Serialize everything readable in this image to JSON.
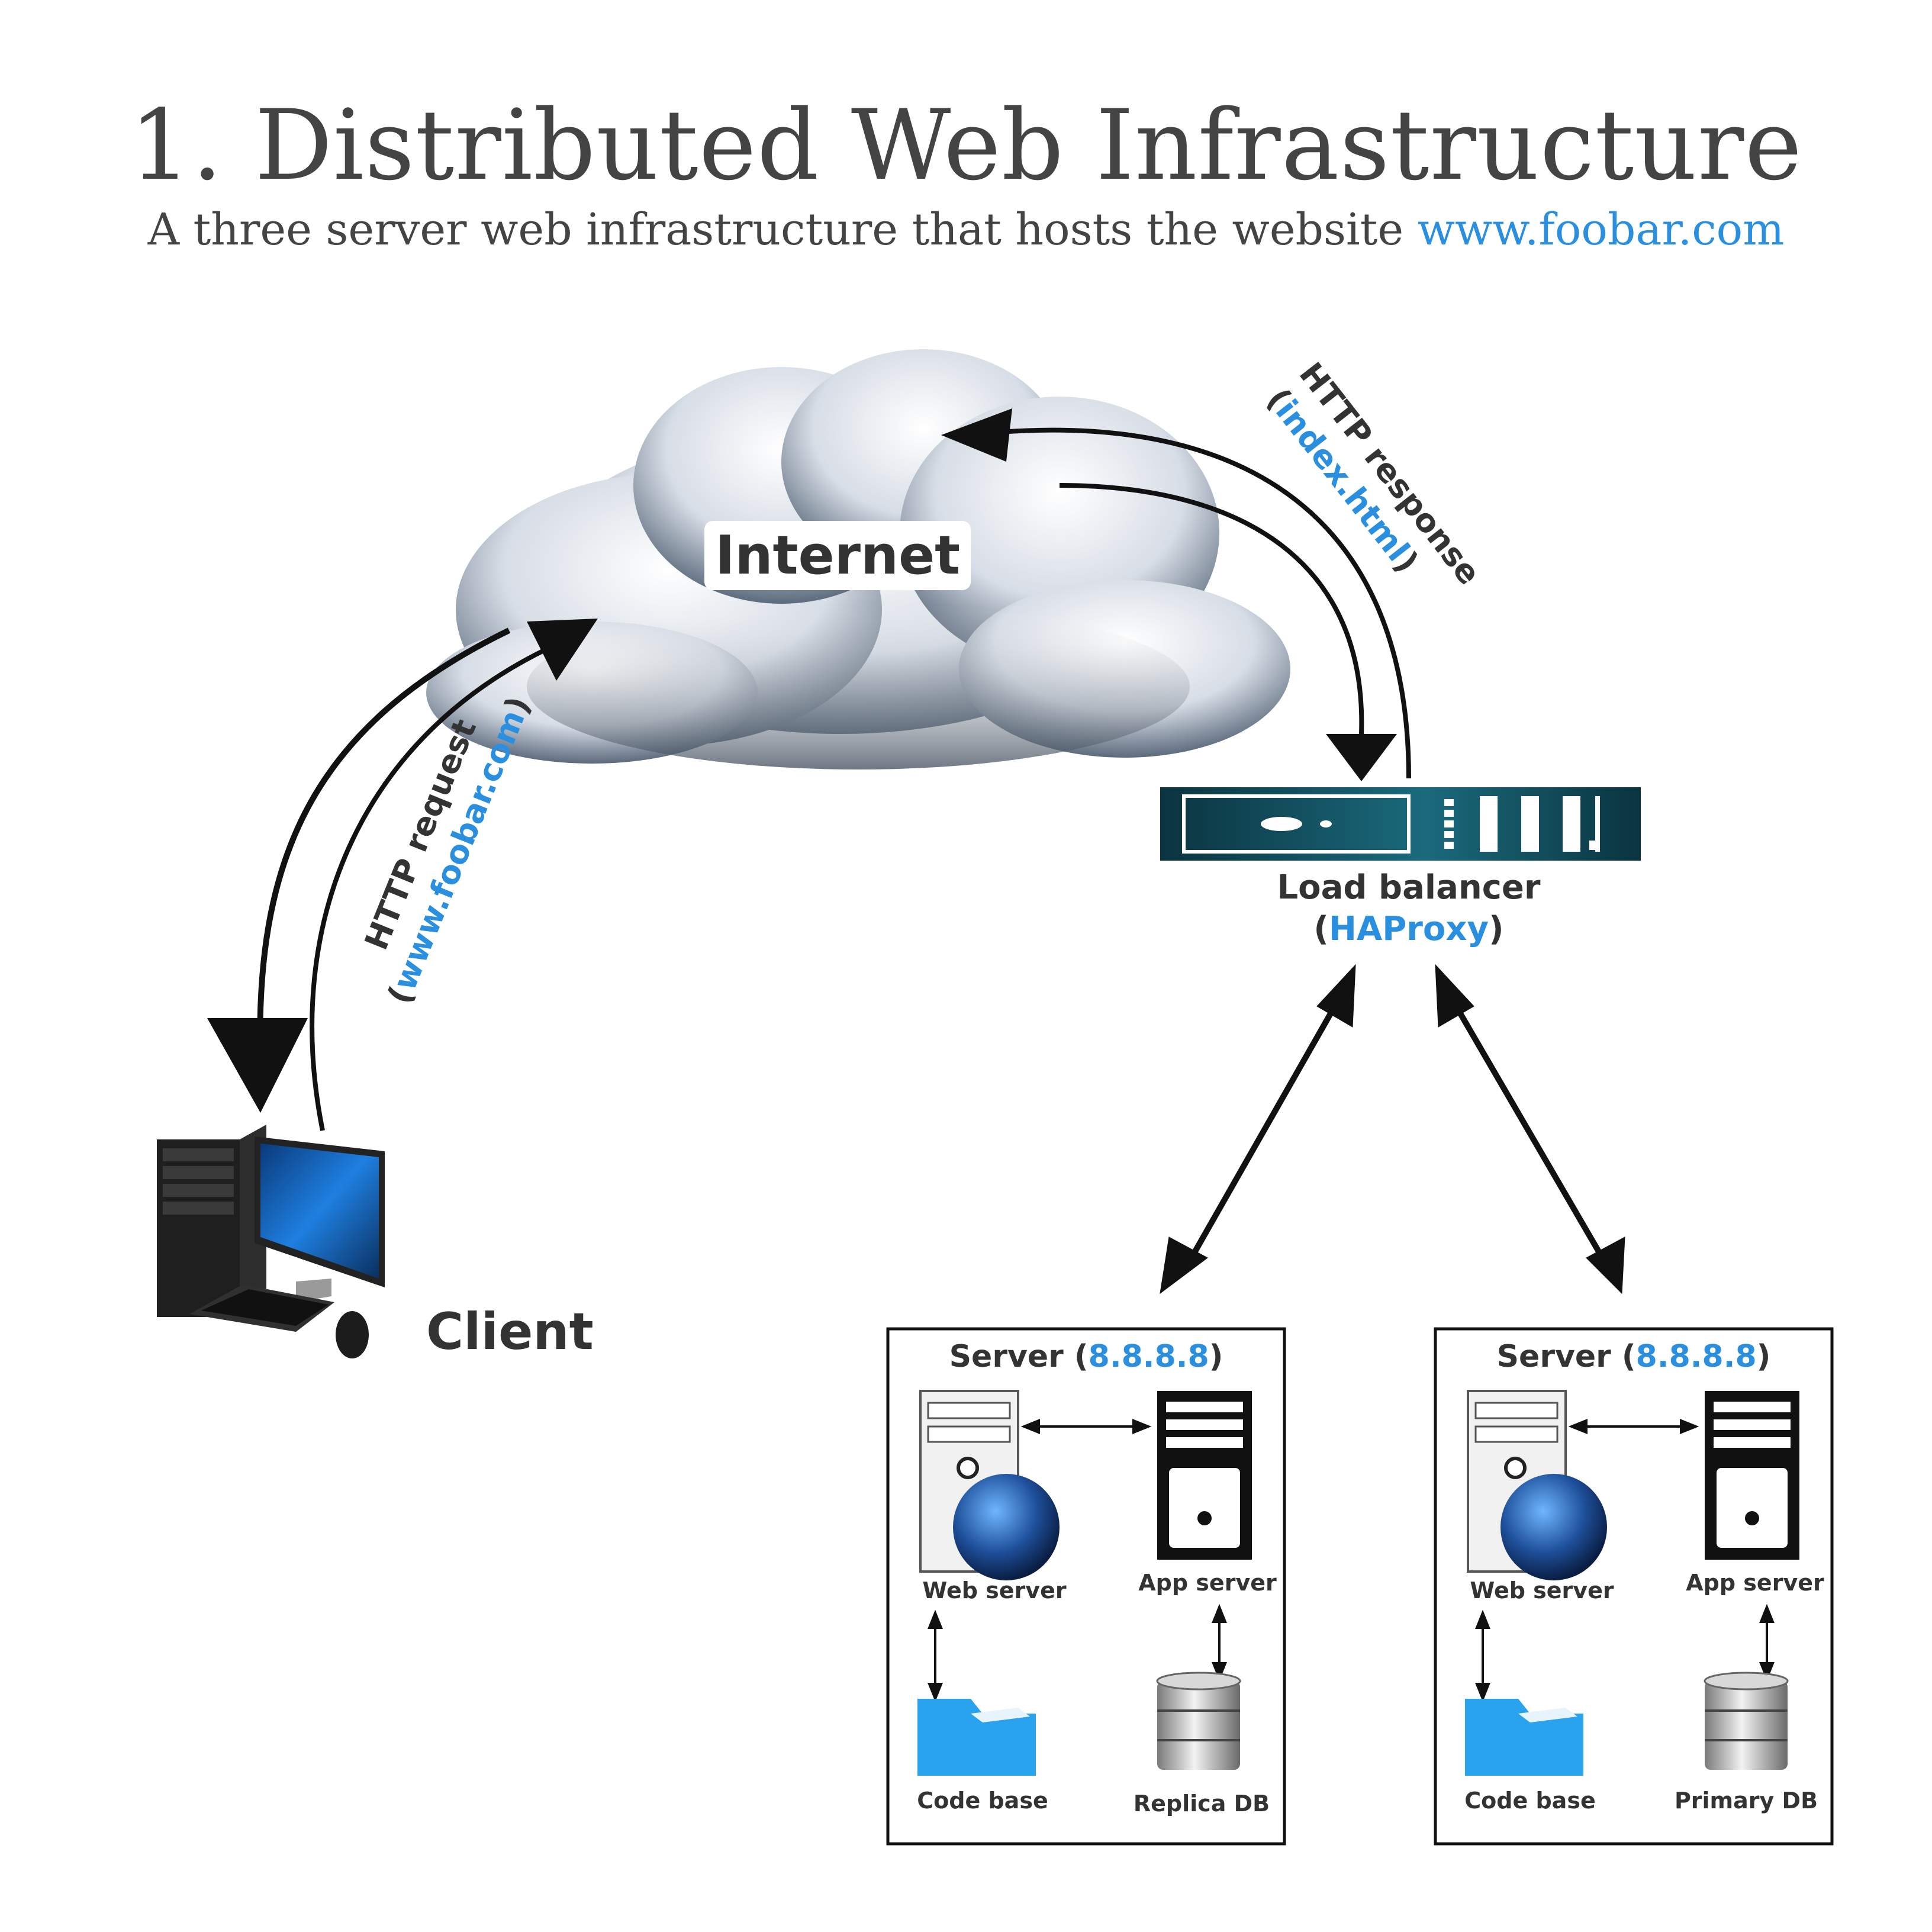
{
  "title": "1. Distributed Web Infrastructure",
  "subtitle": {
    "text": "A three server web infrastructure that hosts the website ",
    "link": "www.foobar.com"
  },
  "internet": {
    "label": "Internet"
  },
  "client": {
    "label": "Client"
  },
  "http_request": {
    "line1": "HTTP request",
    "open": "(",
    "url": "www.foobar.com",
    "close": ")"
  },
  "http_response": {
    "line1": "HTTP response",
    "open": "(",
    "file": "index.html",
    "close": ")"
  },
  "load_balancer": {
    "line1": "Load balancer",
    "open": "(",
    "name": "HAProxy",
    "close": ")"
  },
  "servers": [
    {
      "title_prefix": "Server (",
      "ip": "8.8.8.8",
      "title_suffix": ")",
      "web_server": "Web server",
      "app_server": "App server",
      "code_base": "Code base",
      "db": "Replica DB"
    },
    {
      "title_prefix": "Server (",
      "ip": "8.8.8.8",
      "title_suffix": ")",
      "web_server": "Web server",
      "app_server": "App server",
      "code_base": "Code base",
      "db": "Primary DB"
    }
  ],
  "colors": {
    "accent": "#2b8fe0",
    "text": "#444444",
    "ink": "#111111"
  }
}
